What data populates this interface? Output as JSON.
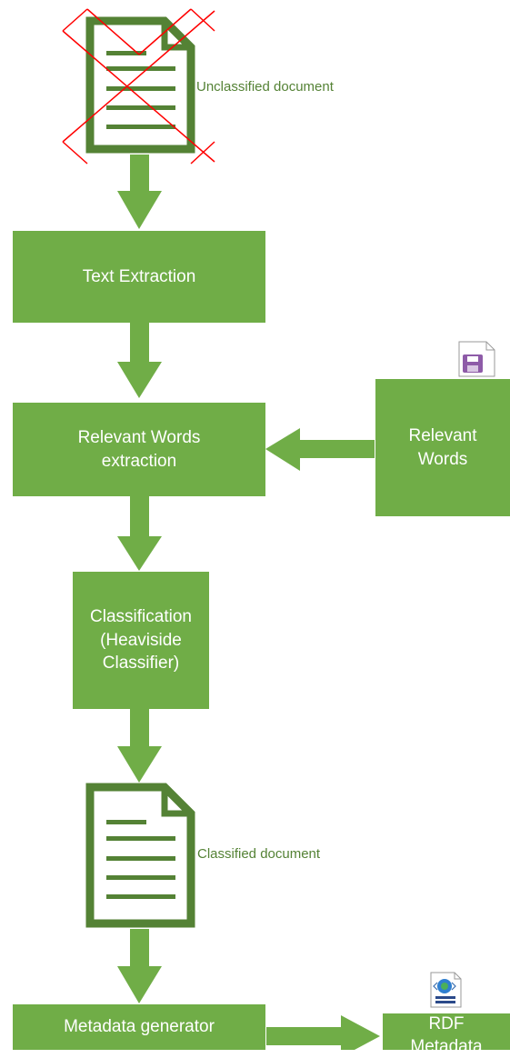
{
  "nodes": {
    "unclassified_doc_label": "Unclassified document",
    "text_extraction": "Text Extraction",
    "relevant_words_extraction": "Relevant Words\nextraction",
    "relevant_words": "Relevant\nWords",
    "classification": "Classification\n(Heaviside\nClassifier)",
    "classified_doc_label": "Classified document",
    "metadata_generator": "Metadata generator",
    "rdf_metadata": "RDF\nMetadata"
  },
  "colors": {
    "node_fill": "#70ad47",
    "arrow": "#70ad47",
    "document_stroke": "#548235",
    "cross": "#ff0000",
    "caption_text": "#548235"
  },
  "icons": {
    "unclassified_document": "document-icon-crossed-out",
    "classified_document": "document-icon",
    "database_file": "save-file-icon",
    "rdf_file": "web-file-icon"
  }
}
